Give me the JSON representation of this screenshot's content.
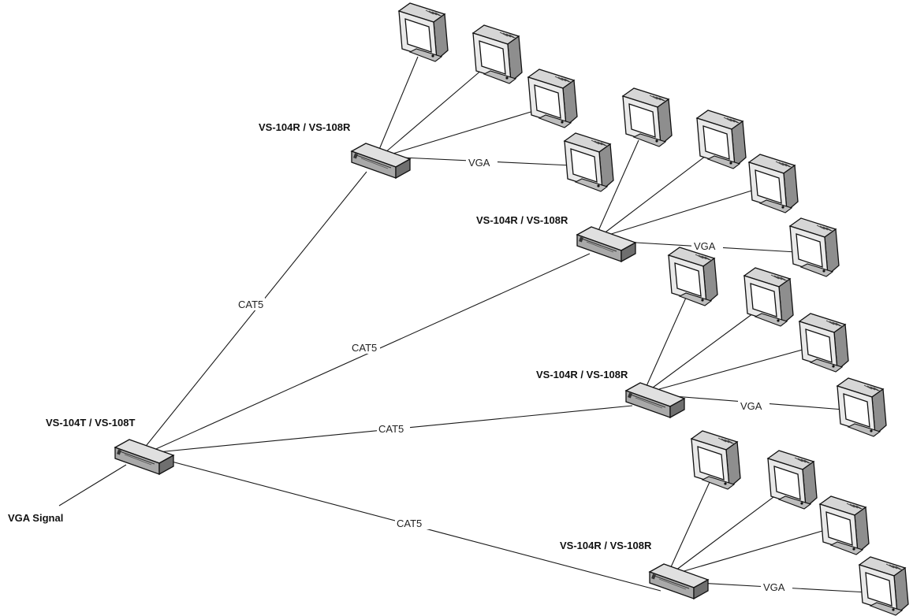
{
  "input_label": "VGA Signal",
  "transmitter": {
    "label": "VS-104T / VS-108T"
  },
  "receivers": [
    {
      "label": "VS-104R / VS-108R",
      "link_label": "CAT5",
      "output_label": "VGA",
      "monitor_count": 4
    },
    {
      "label": "VS-104R / VS-108R",
      "link_label": "CAT5",
      "output_label": "VGA",
      "monitor_count": 4
    },
    {
      "label": "VS-104R / VS-108R",
      "link_label": "CAT5",
      "output_label": "VGA",
      "monitor_count": 4
    },
    {
      "label": "VS-104R / VS-108R",
      "link_label": "CAT5",
      "output_label": "VGA",
      "monitor_count": 4
    }
  ],
  "colors": {
    "device_top": "#dcdcdc",
    "device_side": "#9a9a9a",
    "monitor_face": "#f2f2f2",
    "outline": "#111111"
  }
}
